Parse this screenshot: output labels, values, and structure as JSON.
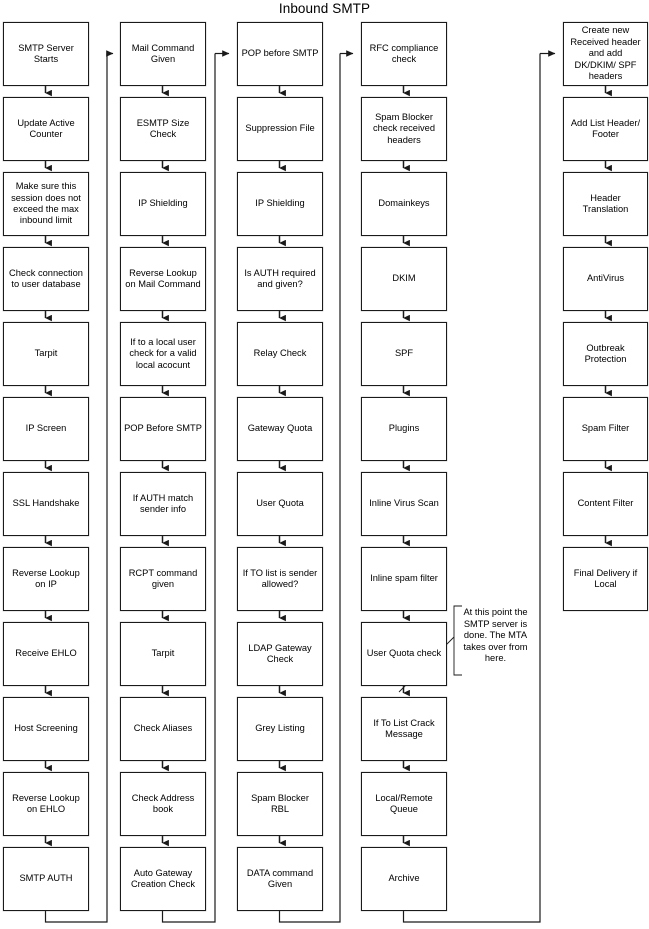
{
  "title": "Inbound SMTP",
  "chart_data": {
    "type": "diagram",
    "diagram_kind": "flowchart",
    "title": "Inbound SMTP",
    "orientation": "top-to-bottom columns, left-to-right flow",
    "columns": [
      {
        "index": 1,
        "nodes": [
          "SMTP Server Starts",
          "Update Active Counter",
          "Make sure this session does not exceed the max inbound limit",
          "Check connection to user database",
          "Tarpit",
          "IP Screen",
          "SSL Handshake",
          "Reverse Lookup on IP",
          "Receive EHLO",
          "Host Screening",
          "Reverse Lookup on EHLO",
          "SMTP AUTH"
        ]
      },
      {
        "index": 2,
        "nodes": [
          "Mail Command Given",
          "ESMTP Size Check",
          "IP Shielding",
          "Reverse Lookup on Mail Command",
          "If to a local user check for a valid local acocunt",
          "POP Before SMTP",
          "If AUTH match sender info",
          "RCPT command given",
          "Tarpit",
          "Check Aliases",
          "Check Address book",
          "Auto Gateway Creation Check"
        ]
      },
      {
        "index": 3,
        "nodes": [
          "POP before SMTP",
          "Suppression File",
          "IP Shielding",
          "Is AUTH required and given?",
          "Relay Check",
          "Gateway Quota",
          "User Quota",
          "If TO list is sender allowed?",
          "LDAP Gateway Check",
          "Grey Listing",
          "Spam Blocker RBL",
          "DATA command Given"
        ]
      },
      {
        "index": 4,
        "nodes": [
          "RFC compliance check",
          "Spam Blocker check received headers",
          "Domainkeys",
          "DKIM",
          "SPF",
          "Plugins",
          "Inline Virus Scan",
          "Inline spam filter",
          "User Quota check",
          "If To List Crack Message",
          "Local/Remote Queue",
          "Archive"
        ]
      },
      {
        "index": 5,
        "nodes": [
          "Create new Received header and add DK/DKIM/ SPF headers",
          "Add List Header/ Footer",
          "Header Translation",
          "AntiVirus",
          "Outbreak Protection",
          "Spam Filter",
          "Content Filter",
          "Final Delivery if Local"
        ]
      }
    ],
    "annotations": [
      {
        "text": "At this point the SMTP server is done.  The MTA takes over from here.",
        "points_to": "between User Quota check and If To List Crack Message"
      }
    ],
    "colors": {
      "node_border": "#1a1a1a",
      "node_fill": "#ffffff",
      "connector": "#1a1a1a",
      "background": "#ffffff",
      "text": "#000000"
    }
  },
  "col1": {
    "n0": "SMTP Server Starts",
    "n1": "Update Active Counter",
    "n2": "Make sure this session does not exceed the max inbound limit",
    "n3": "Check connection to user database",
    "n4": "Tarpit",
    "n5": "IP Screen",
    "n6": "SSL Handshake",
    "n7": "Reverse Lookup on IP",
    "n8": "Receive EHLO",
    "n9": "Host Screening",
    "n10": "Reverse Lookup on EHLO",
    "n11": "SMTP AUTH"
  },
  "col2": {
    "n0": "Mail Command Given",
    "n1": "ESMTP Size Check",
    "n2": "IP Shielding",
    "n3": "Reverse Lookup on Mail Command",
    "n4": "If to a local user check for a valid local acocunt",
    "n5": "POP Before SMTP",
    "n6": "If AUTH match sender info",
    "n7": "RCPT command given",
    "n8": "Tarpit",
    "n9": "Check Aliases",
    "n10": "Check Address book",
    "n11": "Auto Gateway Creation Check"
  },
  "col3": {
    "n0": "POP before SMTP",
    "n1": "Suppression File",
    "n2": "IP Shielding",
    "n3": "Is AUTH required and given?",
    "n4": "Relay Check",
    "n5": "Gateway Quota",
    "n6": "User Quota",
    "n7": "If TO list is sender allowed?",
    "n8": "LDAP Gateway Check",
    "n9": "Grey Listing",
    "n10": "Spam Blocker RBL",
    "n11": "DATA command Given"
  },
  "col4": {
    "n0": "RFC compliance check",
    "n1": "Spam Blocker check received headers",
    "n2": "Domainkeys",
    "n3": "DKIM",
    "n4": "SPF",
    "n5": "Plugins",
    "n6": "Inline Virus Scan",
    "n7": "Inline spam filter",
    "n8": "User Quota check",
    "n9": "If To List Crack Message",
    "n10": "Local/Remote Queue",
    "n11": "Archive"
  },
  "col5": {
    "n0": "Create new Received header and add DK/DKIM/ SPF headers",
    "n1": "Add List Header/ Footer",
    "n2": "Header Translation",
    "n3": "AntiVirus",
    "n4": "Outbreak Protection",
    "n5": "Spam Filter",
    "n6": "Content Filter",
    "n7": "Final Delivery if Local"
  },
  "annotation": {
    "text": "At this point the SMTP server is done.  The MTA takes over from here."
  }
}
